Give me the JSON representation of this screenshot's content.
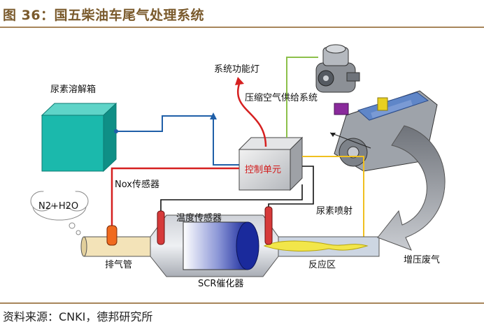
{
  "header": {
    "title": "图 36：国五柴油车尾气处理系统"
  },
  "footer": {
    "source": "资料来源：CNKI，德邦研究所"
  },
  "diagram": {
    "labels": {
      "lamp": "系统功能灯",
      "compressed_air": "压缩空气供给系统",
      "urea_tank": "尿素溶解箱",
      "control_unit": "控制单元",
      "nox_sensor": "Nox传感器",
      "n2_h2o": "N2+H2O",
      "temp_sensor": "温度传感器",
      "urea_injection": "尿素喷射",
      "exhaust_pipe": "排气管",
      "scr_catalyst": "SCR催化器",
      "reaction_zone": "反应区",
      "boost_exhaust": "增压废气"
    },
    "colors": {
      "title": "#7a5a2c",
      "rule": "#a7855a",
      "urea_line": "#1f5fa8",
      "power_line": "#d62020",
      "air_line": "#8cc04a",
      "signal_line": "#f0c020",
      "tank": "#1bb9ac"
    }
  }
}
